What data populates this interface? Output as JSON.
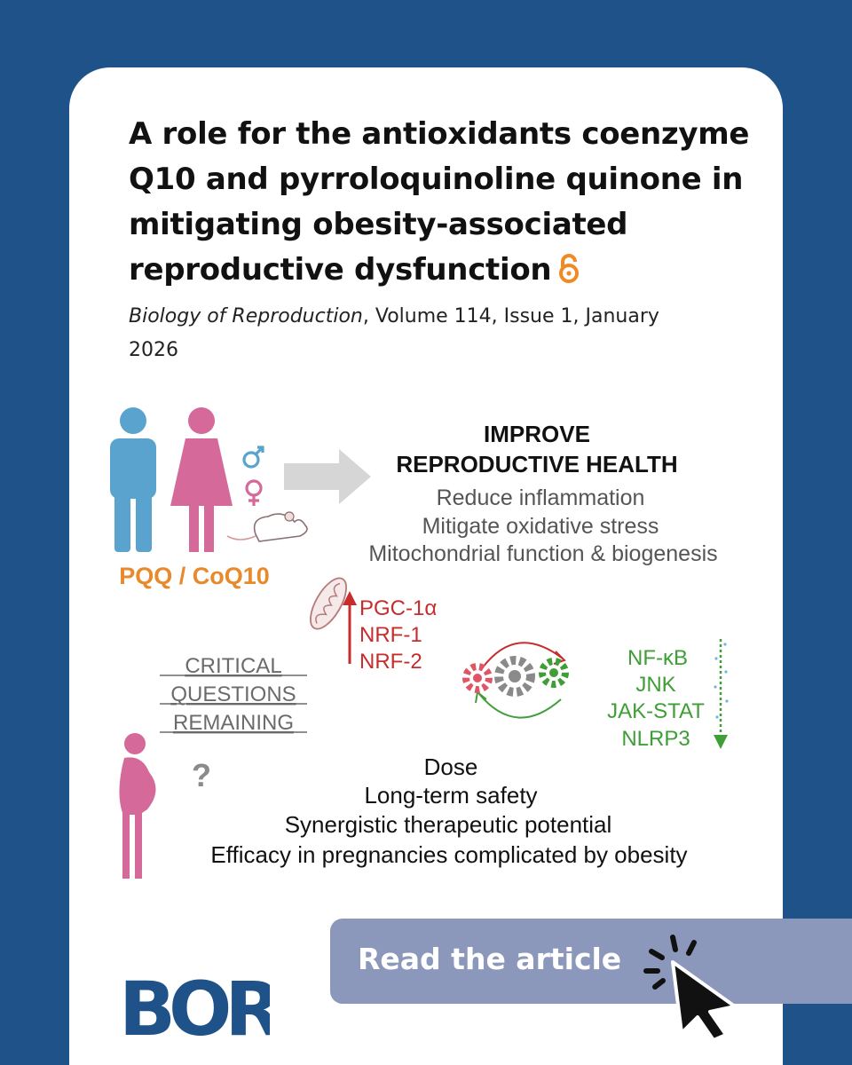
{
  "article": {
    "title": "A role for the antioxidants coenzyme Q10 and pyrroloquinoline quinone in mitigating obesity-associated reproductive dysfunction",
    "journal": "Biology of Reproduction",
    "citation_rest": ", Volume 114, Issue 1, January 2026",
    "open_access_icon": "open-lock-icon"
  },
  "graphical_abstract": {
    "treatment_label": "PQQ / CoQ10",
    "improve_heading_1": "IMPROVE",
    "improve_heading_2": "REPRODUCTIVE HEALTH",
    "benefits": [
      "Reduce inflammation",
      "Mitigate oxidative stress",
      "Mitochondrial function & biogenesis"
    ],
    "upregulated": [
      "PGC-1α",
      "NRF-1",
      "NRF-2"
    ],
    "downregulated": [
      "NF-κB",
      "JNK",
      "JAK-STAT",
      "NLRP3"
    ],
    "questions_heading": [
      "CRITICAL",
      "QUESTIONS",
      "REMAINING"
    ],
    "question_mark": "?",
    "questions": [
      "Dose",
      "Long-term safety",
      "Synergistic therapeutic potential",
      "Efficacy in pregnancies complicated by obesity"
    ],
    "colors": {
      "male": "#5ba3cf",
      "female": "#d4699a",
      "orange": "#e8892b",
      "red": "#c62d2d",
      "green": "#3f9e36",
      "gray": "#6b6b6b"
    }
  },
  "cta": {
    "label": "Read the article"
  },
  "logo": {
    "text": "BOR"
  },
  "colors": {
    "background": "#1f5288",
    "card": "#ffffff",
    "button": "#8c98bb"
  }
}
